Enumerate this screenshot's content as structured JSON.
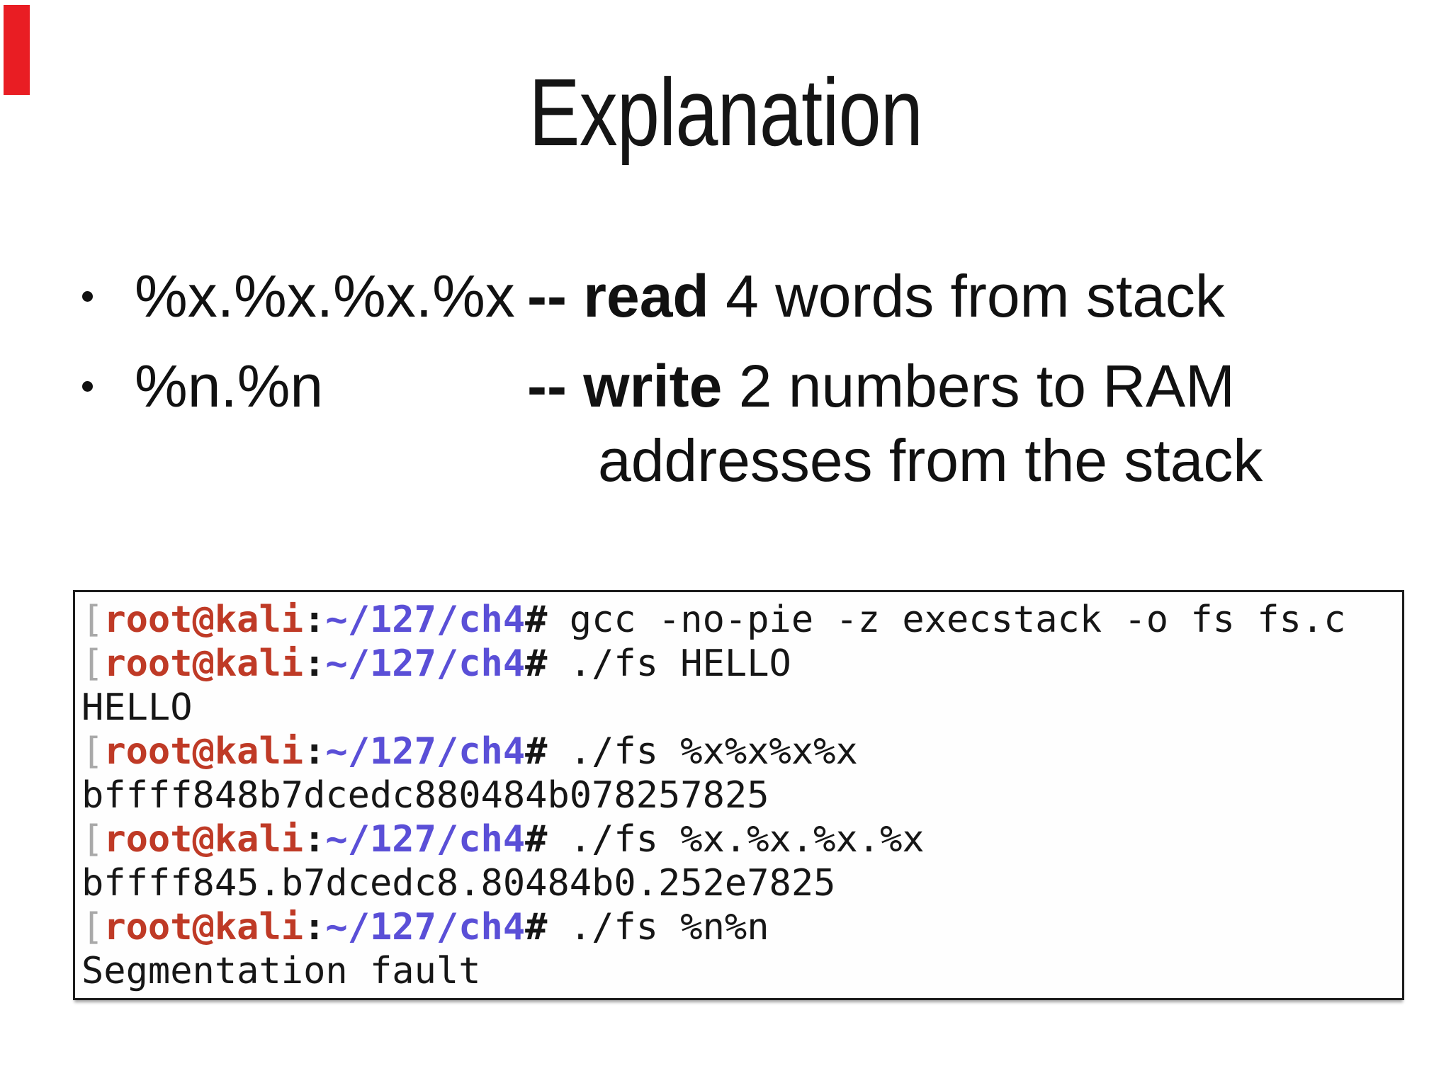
{
  "slide": {
    "accent_bar_color": "#e91d23",
    "title": "Explanation",
    "bullets": [
      {
        "term": "%x.%x.%x.%x",
        "dashes": "--",
        "keyword": "read",
        "rest": " 4 words from stack",
        "continuation": ""
      },
      {
        "term": "%n.%n",
        "dashes": "--",
        "keyword": "write",
        "rest": " 2 numbers to RAM",
        "continuation": "addresses from the stack"
      }
    ]
  },
  "terminal": {
    "prompt": {
      "bracket": "[",
      "user": "root@kali",
      "separator": ":",
      "path": "~/127/ch4",
      "symbol": "#"
    },
    "lines": [
      {
        "type": "prompt",
        "command": " gcc -no-pie -z execstack -o fs fs.c"
      },
      {
        "type": "prompt",
        "command": " ./fs HELLO"
      },
      {
        "type": "output",
        "text": "HELLO"
      },
      {
        "type": "prompt",
        "command": " ./fs %x%x%x%x"
      },
      {
        "type": "output",
        "text": "bffff848b7dcedc880484b078257825"
      },
      {
        "type": "prompt",
        "command": " ./fs %x.%x.%x.%x"
      },
      {
        "type": "output",
        "text": "bffff845.b7dcedc8.80484b0.252e7825"
      },
      {
        "type": "prompt",
        "command": " ./fs %n%n"
      },
      {
        "type": "output",
        "text": "Segmentation fault"
      }
    ],
    "colors": {
      "user": "#bf3a26",
      "path": "#5a4fd7",
      "text": "#161616",
      "bracket": "#a9a9a9"
    }
  }
}
